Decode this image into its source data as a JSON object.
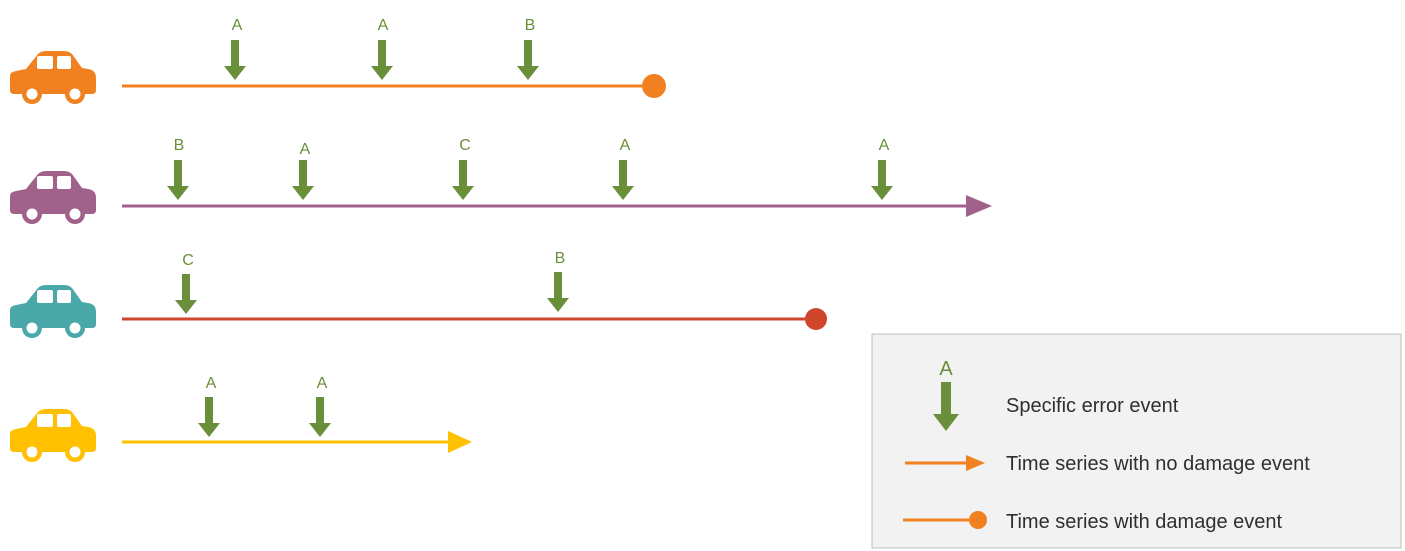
{
  "timelines": [
    {
      "color": "#f08020",
      "end": "damage",
      "events": [
        "A",
        "A",
        "B"
      ]
    },
    {
      "color": "#a0628a",
      "end": "no-damage",
      "events": [
        "B",
        "A",
        "C",
        "A",
        "A"
      ]
    },
    {
      "color": "#4aa8a8",
      "end": "damage",
      "events": [
        "C",
        "B"
      ],
      "line_color": "#d0462c"
    },
    {
      "color": "#ffc000",
      "end": "no-damage",
      "events": [
        "A",
        "A"
      ]
    }
  ],
  "legend": {
    "event_letter": "A",
    "items": [
      {
        "icon": "error-event-arrow",
        "label": "Specific error event"
      },
      {
        "icon": "line-arrow",
        "label": "Time series with no damage event"
      },
      {
        "icon": "line-dot",
        "label": "Time series with damage event"
      }
    ]
  },
  "colors": {
    "event_arrow": "#6a8f3a",
    "legend_line": "#f08020",
    "legend_bg": "#f2f2f2",
    "legend_border": "#bfbfbf"
  }
}
